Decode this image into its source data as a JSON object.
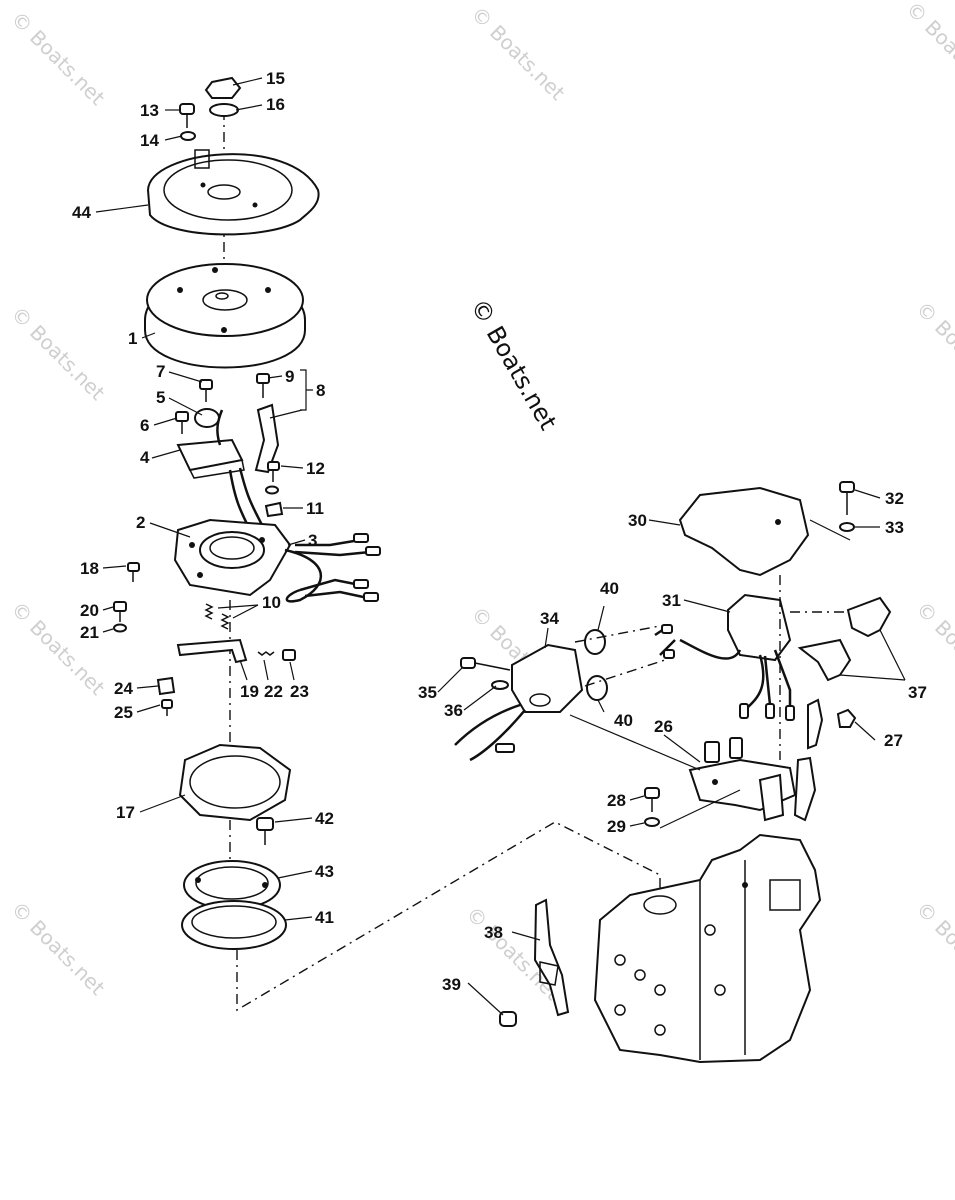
{
  "watermarks": {
    "corner_text": "© Boats.net",
    "center_text": "© Boats.net"
  },
  "callouts": {
    "p1": "1",
    "p2": "2",
    "p3": "3",
    "p4": "4",
    "p5": "5",
    "p6": "6",
    "p7": "7",
    "p8": "8",
    "p9": "9",
    "p10": "10",
    "p11": "11",
    "p12": "12",
    "p13": "13",
    "p14": "14",
    "p15": "15",
    "p16": "16",
    "p17": "17",
    "p18": "18",
    "p19": "19",
    "p20": "20",
    "p21": "21",
    "p22": "22",
    "p23": "23",
    "p24": "24",
    "p25": "25",
    "p26": "26",
    "p27": "27",
    "p28": "28",
    "p29": "29",
    "p30": "30",
    "p31": "31",
    "p32": "32",
    "p33": "33",
    "p34": "34",
    "p35": "35",
    "p36": "36",
    "p37": "37",
    "p38": "38",
    "p39": "39",
    "p40a": "40",
    "p40b": "40",
    "p41": "41",
    "p42": "42",
    "p43": "43",
    "p44": "44"
  }
}
